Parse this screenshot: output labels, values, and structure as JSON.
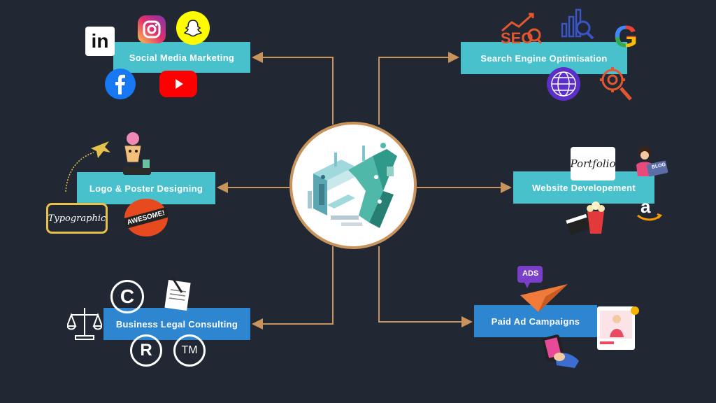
{
  "diagram": {
    "nodes": {
      "social_media": "Social Media Marketing",
      "seo": "Search Engine Optimisation",
      "logo_poster": "Logo & Poster Designing",
      "website_dev": "Website Developement",
      "legal": "Business Legal Consulting",
      "paid_ads": "Paid Ad Campaigns"
    },
    "decor_text": {
      "seo_word": "SEO",
      "google_letter": "G",
      "portfolio": "Portfolio",
      "blog": "BLOG",
      "typographic": "Typographic",
      "awesome": "AWESOME!",
      "ads": "ADS",
      "linkedin": "in",
      "registered": "R",
      "trademark": "TM",
      "copyright": "C"
    },
    "colors": {
      "background": "#212733",
      "connector": "#c9935c",
      "teal_node": "#48c1cc",
      "blue_node": "#2f86d0"
    },
    "icons": [
      "linkedin-icon",
      "instagram-icon",
      "snapchat-icon",
      "facebook-icon",
      "youtube-icon",
      "seo-chart-icon",
      "analytics-icon",
      "google-icon",
      "globe-icon",
      "gear-search-icon",
      "airplane-icon",
      "mascot-icon",
      "typographic-badge-icon",
      "awesome-badge-icon",
      "portfolio-folder-icon",
      "blogger-icon",
      "amazon-icon",
      "popcorn-icon",
      "scales-icon",
      "copyright-icon",
      "document-pen-icon",
      "registered-icon",
      "trademark-icon",
      "ads-paper-plane-icon",
      "social-post-icon",
      "phone-hand-icon"
    ]
  }
}
